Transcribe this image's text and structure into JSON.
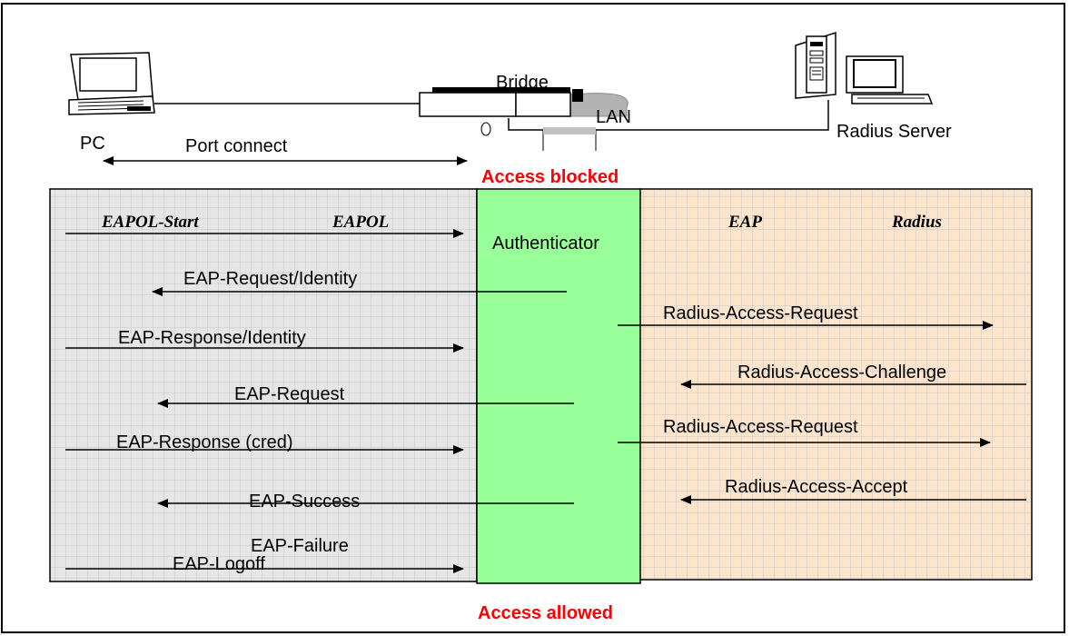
{
  "nodes": {
    "pc": "PC",
    "bridge": "Bridge",
    "lan": "LAN",
    "radius_server": "Radius Server",
    "port_connect": "Port connect",
    "access_blocked": "Access blocked",
    "access_allowed": "Access allowed",
    "authenticator": "Authenticator"
  },
  "headers": {
    "eapol_start": "EAPOL-Start",
    "eapol": "EAPOL",
    "eap": "EAP",
    "radius": "Radius"
  },
  "client_messages": [
    "EAP-Request/Identity",
    "EAP-Response/Identity",
    "EAP-Request",
    "EAP-Response (cred)",
    "EAP-Success",
    "EAP-Failure",
    "EAP-Logoff"
  ],
  "server_messages": [
    "Radius-Access-Request",
    "Radius-Access-Challenge",
    "Radius-Access-Request",
    "Radius-Access-Accept"
  ],
  "colors": {
    "supplicant_zone": "#e6e6e6",
    "authenticator_zone": "#99ff99",
    "server_zone": "#fde5cc",
    "status_red": "#ff0000"
  }
}
